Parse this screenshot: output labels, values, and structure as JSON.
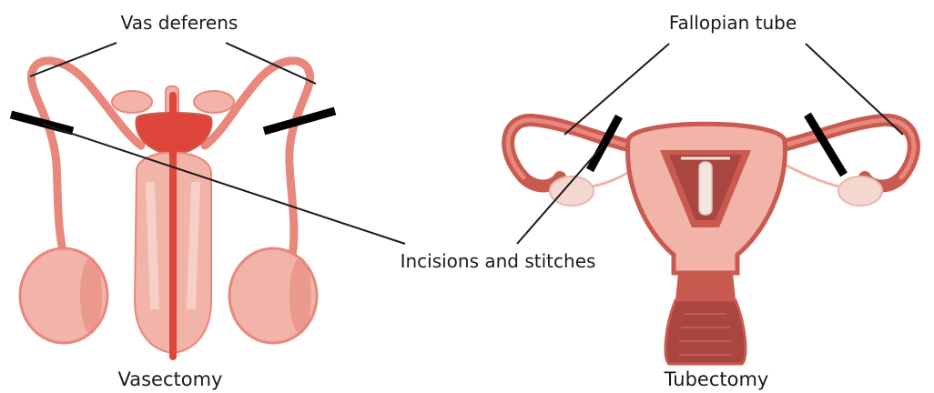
{
  "labels": {
    "vas_deferens": "Vas deferens",
    "fallopian_tube": "Fallopian tube",
    "incisions": "Incisions and stitches",
    "vasectomy": "Vasectomy",
    "tubectomy": "Tubectomy"
  },
  "colors": {
    "tissue_light": "#f2b3a8",
    "tissue_mid": "#e8877b",
    "tissue_dark": "#c95a50",
    "tissue_deep": "#a8463f",
    "gland_red": "#e0453c",
    "ovary": "#f4d8cf",
    "incision_bar": "#000000",
    "pointer_line": "#1a1a1a"
  }
}
